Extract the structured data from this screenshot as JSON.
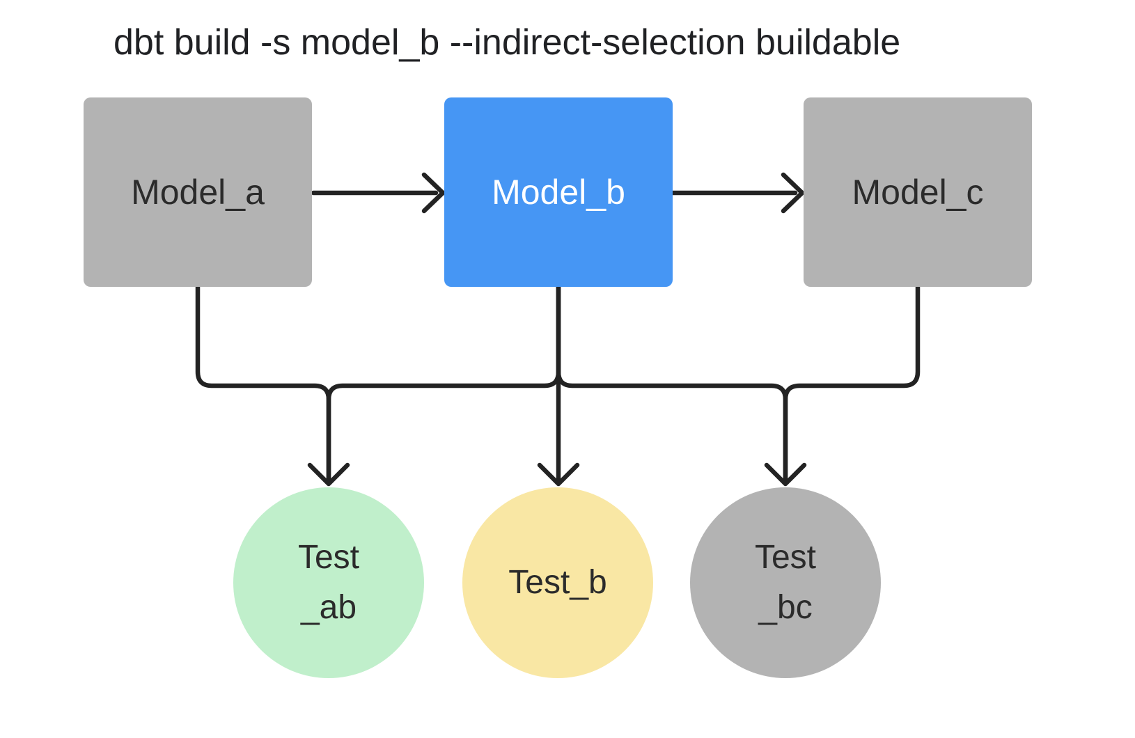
{
  "title": "dbt build -s model_b --indirect-selection buildable",
  "colors": {
    "background": "#ffffff",
    "edge": "#232323",
    "title_text": "#202124",
    "selected_model_fill": "#4696f4",
    "neutral_fill": "#b3b3b3",
    "green_test_fill": "#c0efcb",
    "yellow_test_fill": "#f9e7a4",
    "dark_label_text": "#2b2b2b",
    "selected_label_text": "#ffffff"
  },
  "nodes": {
    "model_a": {
      "label": "Model_a",
      "kind": "model",
      "fill": "#b3b3b3",
      "text_color": "#2b2b2b",
      "selected": false
    },
    "model_b": {
      "label": "Model_b",
      "kind": "model",
      "fill": "#4696f4",
      "text_color": "#ffffff",
      "selected": true
    },
    "model_c": {
      "label": "Model_c",
      "kind": "model",
      "fill": "#b3b3b3",
      "text_color": "#2b2b2b",
      "selected": false
    },
    "test_ab": {
      "line1": "Test",
      "line2": "_ab",
      "kind": "test",
      "fill": "#c0efcb",
      "text_color": "#2b2b2b"
    },
    "test_b": {
      "line1": "Test_b",
      "line2": "",
      "kind": "test",
      "fill": "#f9e7a4",
      "text_color": "#2b2b2b"
    },
    "test_bc": {
      "line1": "Test",
      "line2": "_bc",
      "kind": "test",
      "fill": "#b3b3b3",
      "text_color": "#2b2b2b"
    }
  },
  "edges": [
    {
      "from": "model_a",
      "to": "model_b"
    },
    {
      "from": "model_b",
      "to": "model_c"
    },
    {
      "from": "model_a",
      "to": "test_ab"
    },
    {
      "from": "model_b",
      "to": "test_ab"
    },
    {
      "from": "model_b",
      "to": "test_b"
    },
    {
      "from": "model_b",
      "to": "test_bc"
    },
    {
      "from": "model_c",
      "to": "test_bc"
    }
  ]
}
